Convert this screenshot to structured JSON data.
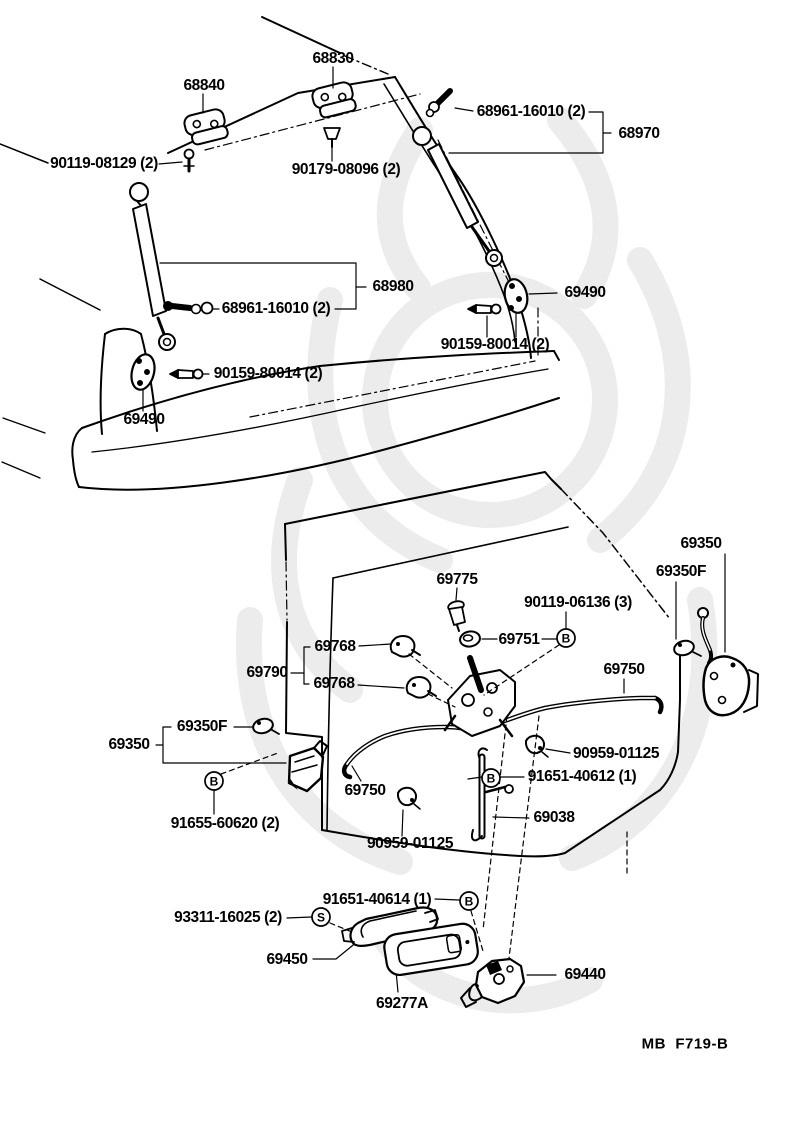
{
  "diagram": {
    "title_hint": "back door lock and handle exploded parts diagram",
    "sheet_code": "MB  F719-B",
    "colors": {
      "ink": "#000000",
      "paper": "#ffffff",
      "watermark": "#ececec"
    },
    "labels": [
      {
        "text": "68840"
      },
      {
        "text": "68830"
      },
      {
        "text": "90119-08129 (2)"
      },
      {
        "text": "90179-08096 (2)"
      },
      {
        "text": "68961-16010 (2)"
      },
      {
        "text": "68970"
      },
      {
        "text": "68980"
      },
      {
        "text": "68961-16010 (2)"
      },
      {
        "text": "69490"
      },
      {
        "text": "90159-80014 (2)"
      },
      {
        "text": "90159-80014 (2)"
      },
      {
        "text": "69490"
      },
      {
        "text": "69350"
      },
      {
        "text": "69350F"
      },
      {
        "text": "69775"
      },
      {
        "text": "90119-06136 (3)"
      },
      {
        "text": "69768"
      },
      {
        "text": "69751"
      },
      {
        "text": "69790"
      },
      {
        "text": "69768"
      },
      {
        "text": "69750"
      },
      {
        "text": "69350F"
      },
      {
        "text": "69350"
      },
      {
        "text": "69750"
      },
      {
        "text": "90959-01125"
      },
      {
        "text": "91651-40612 (1)"
      },
      {
        "text": "69038"
      },
      {
        "text": "91655-60620 (2)"
      },
      {
        "text": "90959-01125"
      },
      {
        "text": "91651-40614 (1)"
      },
      {
        "text": "93311-16025 (2)"
      },
      {
        "text": "69450"
      },
      {
        "text": "69277A"
      },
      {
        "text": "69440"
      },
      {
        "text": "MB  F719-B"
      }
    ],
    "markers": [
      {
        "letter": "B"
      },
      {
        "letter": "B"
      },
      {
        "letter": "B"
      },
      {
        "letter": "B"
      },
      {
        "letter": "S"
      }
    ]
  }
}
